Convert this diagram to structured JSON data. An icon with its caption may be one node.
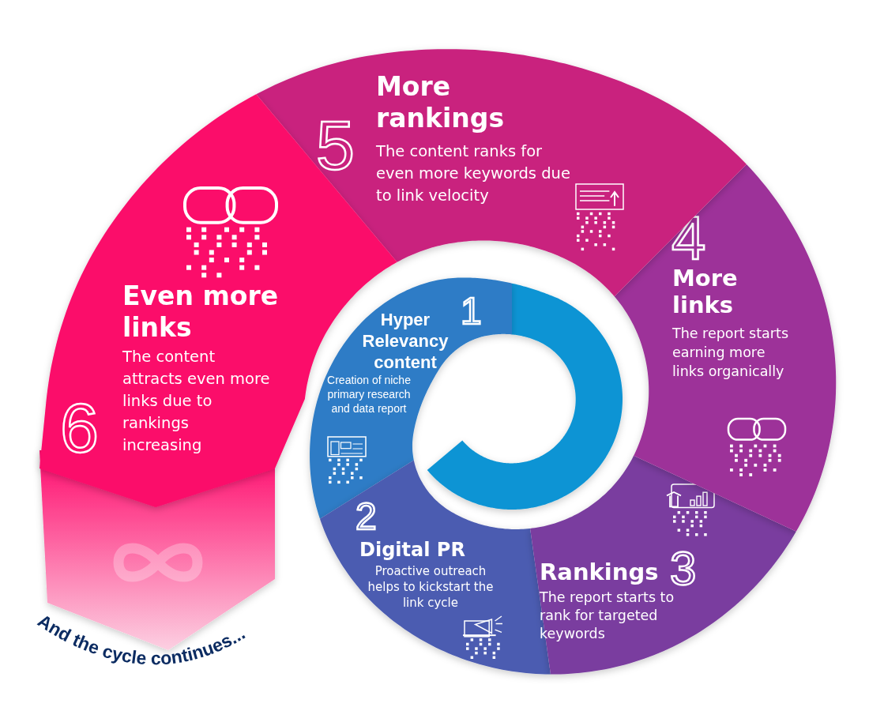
{
  "diagram": {
    "nodes": [
      {
        "text": [
          "1",
          "Hyper Relevancy content",
          "Creation of niche primary research and data report"
        ]
      },
      {
        "text": [
          "2",
          "Digital PR",
          "Proactive outreach helps to kickstart the link cycle"
        ]
      },
      {
        "text": [
          "Rankings",
          "3",
          "The report starts to rank for targeted keywords"
        ]
      },
      {
        "text": [
          "4",
          "More links",
          "The report starts earning more links organically"
        ]
      },
      {
        "text": [
          "5",
          "More rankings",
          "The content ranks for even more keywords due to link velocity"
        ]
      },
      {
        "text": [
          "6",
          "Even more links",
          "The content attracts even more links due to rankings increasing"
        ]
      }
    ],
    "labels": [
      "And the cycle continues..."
    ]
  }
}
